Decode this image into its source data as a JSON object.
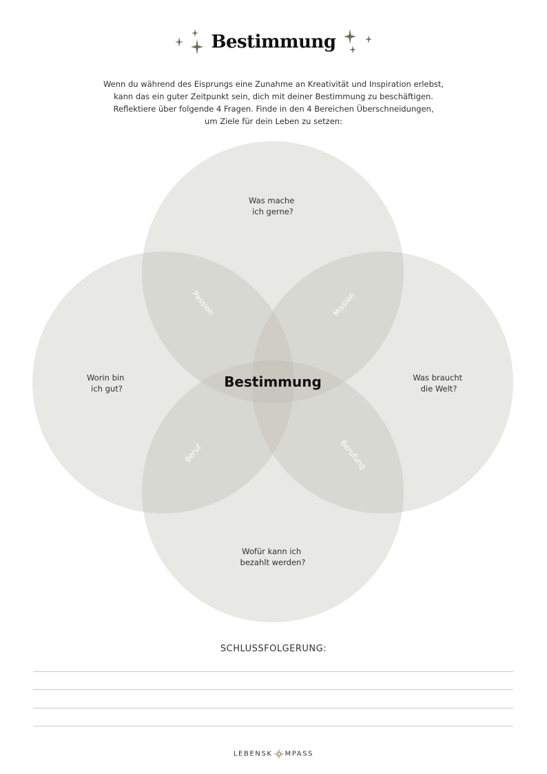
{
  "header": {
    "title": "Bestimmung"
  },
  "intro": {
    "lines": [
      "Wenn du während des Eisprungs eine Zunahme an Kreativität und Inspiration erlebst,",
      "kann das ein guter Zeitpunkt sein, dich mit deiner Bestimmung zu beschäftigen.",
      "Reflektiere über folgende 4 Fragen. Finde in den 4 Bereichen Überschneidungen,",
      "um Ziele für dein Leben zu setzen:"
    ]
  },
  "diagram": {
    "circle_color": "#b9b9ac",
    "questions": {
      "top": [
        "Was mache",
        "ich gerne?"
      ],
      "left": [
        "Worin bin",
        "ich gut?"
      ],
      "right": [
        "Was braucht",
        "die Welt?"
      ],
      "bottom": [
        "Wofür kann ich",
        "bezahlt werden?"
      ]
    },
    "overlaps": {
      "top_left": "Passion",
      "top_right": "Mission",
      "bottom_left": "Beruf",
      "bottom_right": "Berufung"
    },
    "center": "Bestimmung"
  },
  "conclusion": {
    "label": "SCHLUSSFOLGERUNG:"
  },
  "footer": {
    "brand_left": "LEBENSK",
    "brand_right": "MPASS"
  },
  "icons": {
    "sparkle": "sparkle-icon",
    "compass": "compass-rose-icon"
  }
}
